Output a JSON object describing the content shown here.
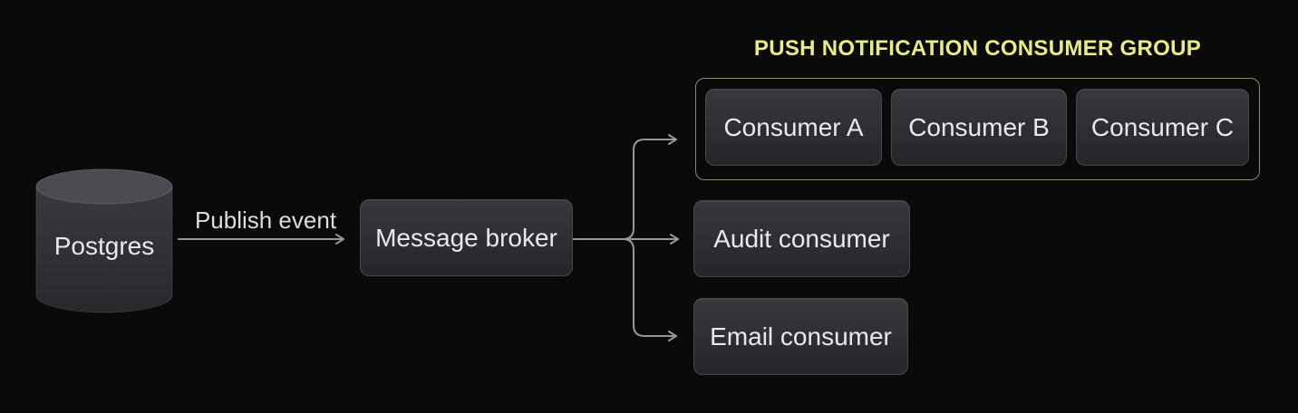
{
  "diagram": {
    "nodes": {
      "postgres": "Postgres",
      "message_broker": "Message broker",
      "consumer_a": "Consumer A",
      "consumer_b": "Consumer B",
      "consumer_c": "Consumer C",
      "audit_consumer": "Audit consumer",
      "email_consumer": "Email consumer"
    },
    "group": {
      "title": "PUSH NOTIFICATION CONSUMER GROUP",
      "members": [
        "Consumer A",
        "Consumer B",
        "Consumer C"
      ]
    },
    "edges": [
      {
        "from": "Postgres",
        "to": "Message broker",
        "label": "Publish event"
      },
      {
        "from": "Message broker",
        "to": "Push notification consumer group",
        "label": ""
      },
      {
        "from": "Message broker",
        "to": "Audit consumer",
        "label": ""
      },
      {
        "from": "Message broker",
        "to": "Email consumer",
        "label": ""
      }
    ],
    "colors": {
      "bg": "#0a0a0b",
      "node_top": "#36383c",
      "node_bottom": "#242629",
      "node_border": "#46484d",
      "node_text": "#e8e9eb",
      "line": "#96979a",
      "label_text": "#dcdddf",
      "group_border": "#8b8d58",
      "group_title": "#e9ec83",
      "cyl_top": "#4a4c51",
      "cyl_body_top": "#3a3c41",
      "cyl_body_bottom": "#27292d"
    }
  }
}
